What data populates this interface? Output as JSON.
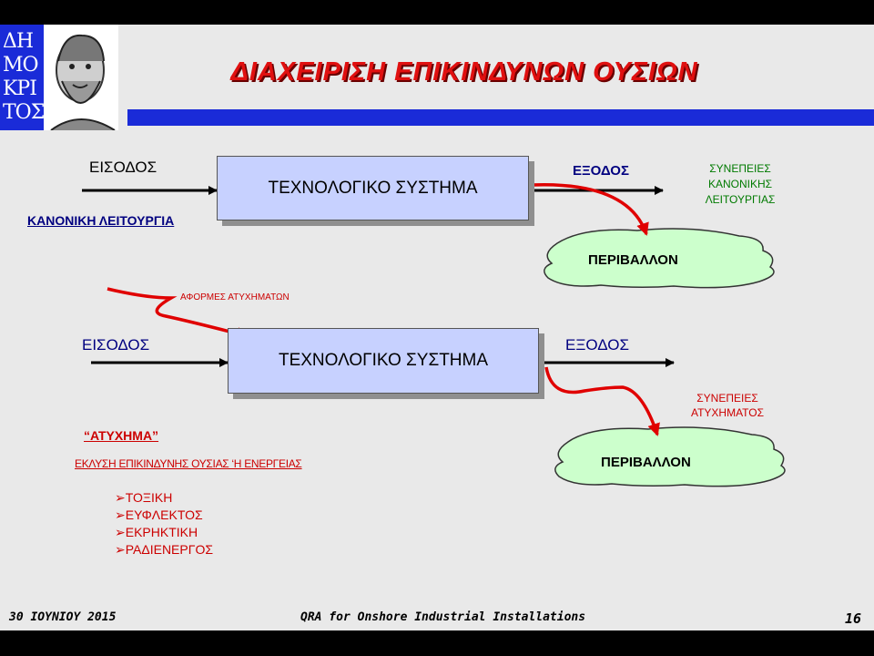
{
  "logo": {
    "letters": [
      "ΔΗ",
      "ΜΟ",
      "ΚΡΙ",
      "ΤΟΣ"
    ]
  },
  "title": "ΔΙΑΧΕΙΡΙΣΗ ΕΠΙΚΙΝΔΥΝΩΝ ΟΥΣΙΩΝ",
  "normal": {
    "input": "ΕΙΣΟΔΟΣ",
    "system": "ΤΕΧΝΟΛΟΓΙΚΟ ΣΥΣΤΗΜΑ",
    "output": "ΕΞΟΔΟΣ",
    "mode": "ΚΑΝΟΝΙΚΗ ΛΕΙΤΟΥΡΓΙΑ",
    "consequences": [
      "ΣΥΝΕΠΕΙΕΣ",
      "ΚΑΝΟΝΙΚΗΣ",
      "ΛΕΙΤΟΥΡΓΙΑΣ"
    ],
    "environment": "ΠΕΡΙΒΑΛΛΟΝ"
  },
  "accident": {
    "causes": "ΑΦΟΡΜΕΣ ΑΤΥΧΗΜΑΤΩΝ",
    "input": "ΕΙΣΟΔΟΣ",
    "system": "ΤΕΧΝΟΛΟΓΙΚΟ ΣΥΣΤΗΜΑ",
    "output": "ΕΞΟΔΟΣ",
    "consequences": [
      "ΣΥΝΕΠΕΙΕΣ",
      "ΑΤΥΧΗΜΑΤΟΣ"
    ],
    "environment": "ΠΕΡΙΒΑΛΛΟΝ",
    "heading": "“ΑΤΥΧΗΜΑ”",
    "definition": "ΕΚΛΥΣΗ ΕΠΙΚΙΝΔΥΝΗΣ ΟΥΣΙΑΣ ‘Η ΕΝΕΡΓΕΙΑΣ",
    "types": [
      "ΤΟΞΙΚΗ",
      "ΕΥΦΛΕΚΤΟΣ",
      "ΕΚΡΗΚΤΙΚΗ",
      "ΡΑΔΙΕΝΕΡΓΟΣ"
    ]
  },
  "colors": {
    "red": "#cc0000",
    "navy": "#000080",
    "green": "#007a00",
    "cloud": "#ccffcc",
    "box": "#c7d1ff",
    "accent_blue": "#1a2bd8"
  },
  "footer": {
    "date": "30 ΙΟΥΝΙΟΥ 2015",
    "course": "QRA for Onshore Industrial Installations",
    "page": "16"
  }
}
